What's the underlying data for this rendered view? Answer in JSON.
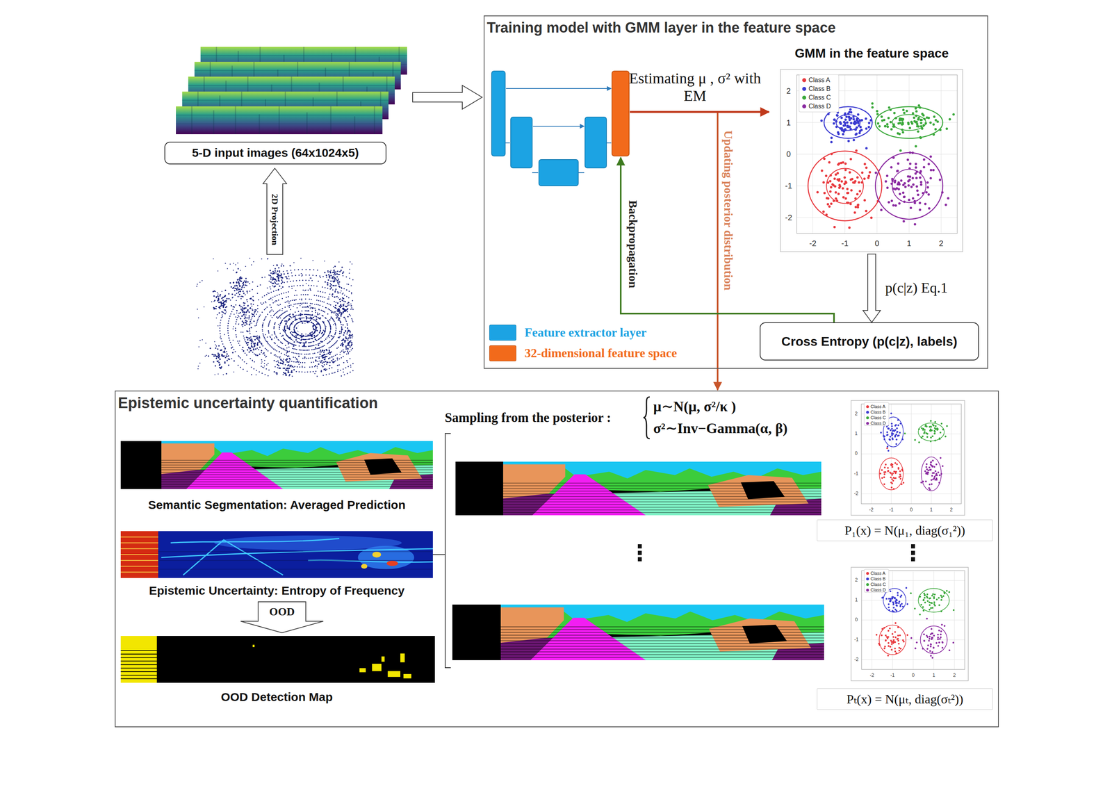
{
  "diagram": {
    "nodes": [
      {
        "text": [
          "5-D input images (64x1024x5)"
        ]
      },
      {
        "text": [
          "2D Projection"
        ]
      },
      {
        "text": [
          "Training model with GMM layer in the feature space"
        ]
      },
      {
        "text": [
          "GMM in the feature space"
        ],
        "in": 2
      },
      {
        "text": [
          "Cross Entropy (p(c|z), labels)"
        ],
        "in": 2
      },
      {
        "text": [
          "Epistemic uncertainty quantification"
        ]
      },
      {
        "text": [
          "OOD"
        ],
        "in": 5
      },
      {
        "text": [
          "P₁(x) = N(μ₁, diag(σ₁²))"
        ],
        "in": 5
      },
      {
        "text": [
          "Pₜ(x) = N(μₜ, diag(σₜ²))"
        ],
        "in": 5
      }
    ],
    "edges": [
      {
        "from": 3,
        "to": 4,
        "arrow": "to",
        "label": "p(c|z) Eq.1"
      }
    ],
    "labels": [
      "Estimating μ , σ² with EM",
      "Updating posterior distribution",
      "Backpropagation",
      "Semantic Segmentation: Averaged Prediction",
      "Epistemic Uncertainty: Entropy of Frequency",
      "OOD Detection Map",
      "Sampling from the posterior :",
      "μ∼N(μ, σ²/κ )",
      "σ²∼Inv−Gamma(α, β)",
      "⋮",
      "⋮",
      "2",
      "1",
      "0",
      "-1",
      "-2",
      "-2",
      "-1",
      "0",
      "1",
      "2",
      "2",
      "1",
      "0",
      "-1",
      "-2",
      "-2",
      "-1",
      "0",
      "1",
      "2",
      "2",
      "1",
      "0",
      "-1",
      "-2",
      "-2",
      "-1",
      "0",
      "1",
      "2"
    ],
    "legend": [
      {
        "text": "Feature extractor layer",
        "color": "#1ca3e3"
      },
      {
        "text": "32-dimensional feature space",
        "color": "#f26a1b"
      },
      {
        "text": "Class A",
        "color": "#e8383d"
      },
      {
        "text": "Class B",
        "color": "#3a3ad0"
      },
      {
        "text": "Class C",
        "color": "#3aa83a"
      },
      {
        "text": "Class D",
        "color": "#8a2aa0"
      },
      {
        "text": "Class A",
        "color": "#e8383d"
      },
      {
        "text": "Class B",
        "color": "#3a3ad0"
      },
      {
        "text": "Class C",
        "color": "#3aa83a"
      },
      {
        "text": "Class D",
        "color": "#8a2aa0"
      },
      {
        "text": "Class A",
        "color": "#e8383d"
      },
      {
        "text": "Class B",
        "color": "#3a3ad0"
      },
      {
        "text": "Class C",
        "color": "#3aa83a"
      },
      {
        "text": "Class D",
        "color": "#8a2aa0"
      }
    ]
  }
}
